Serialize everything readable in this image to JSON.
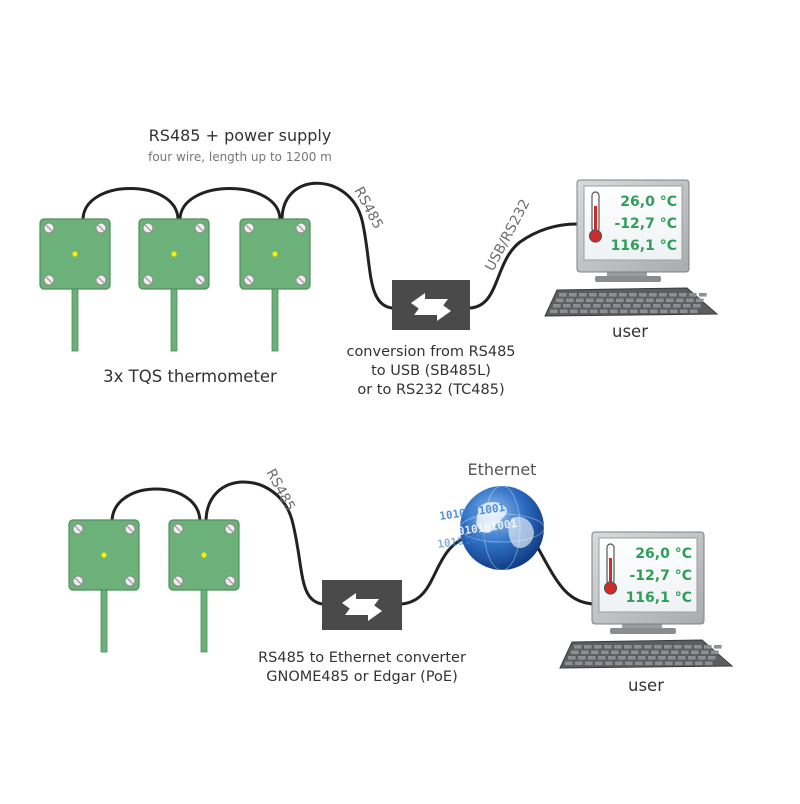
{
  "top": {
    "title": "RS485 + power supply",
    "subtitle": "four wire, length up to 1200 m",
    "wire_label_rs485": "RS485",
    "wire_label_usb": "USB/RS232",
    "sensors_caption": "3x TQS thermometer",
    "converter_caption": [
      "conversion from RS485",
      "to USB (SB485L)",
      "or to RS232 (TC485)"
    ],
    "user_label": "user",
    "readings": [
      "26,0 °C",
      "-12,7 °C",
      "116,1 °C"
    ]
  },
  "bottom": {
    "wire_label_rs485": "RS485",
    "ethernet_label": "Ethernet",
    "converter_caption": [
      "RS485 to Ethernet converter",
      "GNOME485 or Edgar (PoE)"
    ],
    "user_label": "user",
    "readings": [
      "26,0 °C",
      "-12,7 °C",
      "116,1 °C"
    ],
    "binary_text": "1010101001"
  },
  "colors": {
    "sensor_board": "#6cb07a",
    "sensor_edge": "#4f8f5c",
    "led": "#f4f000",
    "converter": "#4a4a4a",
    "cable": "#222222",
    "reading_text": "#2e9e58",
    "globe": "#2f6fc4"
  }
}
